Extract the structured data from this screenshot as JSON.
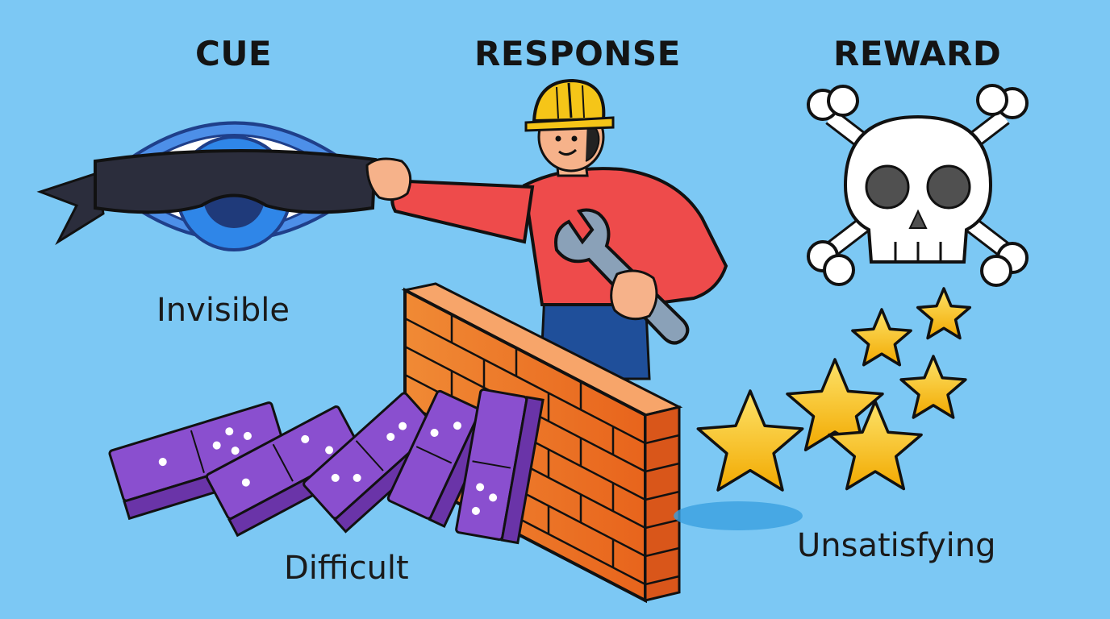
{
  "headings": {
    "cue": "CUE",
    "response": "RESPONSE",
    "reward": "REWARD"
  },
  "labels": {
    "cue": "Invisible",
    "response": "Difficult",
    "reward": "Unsatisfying"
  },
  "colors": {
    "background": "#7cc8f4",
    "blindfold": "#2b2d3c",
    "iris": "#2f86e8",
    "shirt": "#ee4b4b",
    "helmet": "#f5c518",
    "brick": "#f07a2a",
    "domino": "#8a4fcf",
    "star": "#f6c21a",
    "skull": "#ffffff"
  },
  "icons": [
    "blindfolded-eye-icon",
    "worker-icon",
    "wrench-icon",
    "brick-wall-icon",
    "dominoes-icon",
    "skull-crossbones-icon",
    "stars-icon"
  ]
}
